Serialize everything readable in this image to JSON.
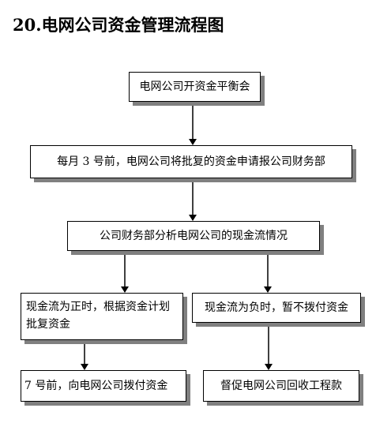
{
  "title": "20.电网公司资金管理流程图",
  "nodes": {
    "step1": "电网公司开资金平衡会",
    "step2": "每月 3 号前，电网公司将批复的资金申请报公司财务部",
    "step3": "公司财务部分析电网公司的现金流情况",
    "positive": "现金流为正时，根据资金计划批复资金",
    "negative": "现金流为负时，暂不拨付资金",
    "pay": "7 号前，向电网公司拨付资金",
    "recover": "督促电网公司回收工程款"
  }
}
